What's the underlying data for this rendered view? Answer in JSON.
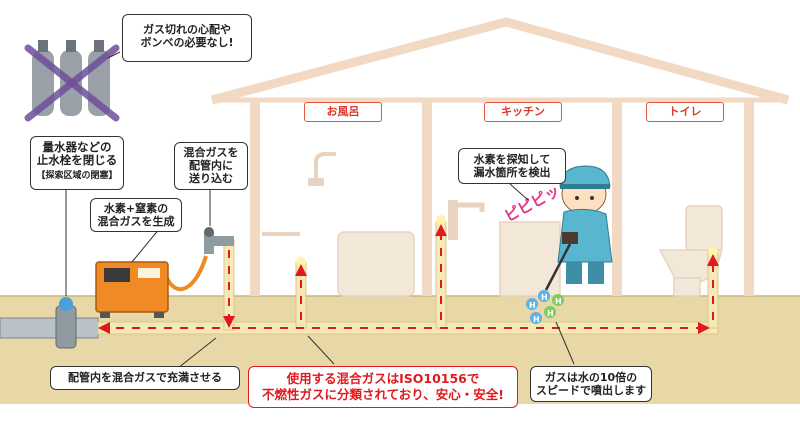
{
  "rooms": {
    "bath": "お風呂",
    "kitchen": "キッチン",
    "toilet": "トイレ"
  },
  "callouts": {
    "no_cylinder": "ガス切れの心配や\nボンベの必要なし!",
    "close_valve": "量水器などの\n止水栓を閉じる",
    "close_valve_note": "【探索区域の閉塞】",
    "inject": "混合ガスを\n配管内に\n送り込む",
    "generate": "水素+窒素の\n混合ガスを生成",
    "detect": "水素を探知して\n漏水箇所を検出",
    "fill": "配管内を混合ガスで充満させる",
    "safety": "使用する混合ガスはISO10156で\n不燃性ガスに分類されており、安心・安全!",
    "speed": "ガスは水の10倍の\nスピードで噴出します"
  },
  "sound_effect": "ピピピッ",
  "gas_bubble_symbol": "H",
  "colors": {
    "pipe_arrow": "#e0191f",
    "room_label": "#d9382a",
    "safety_text": "#e0191f",
    "ground": "#e8d8a8",
    "house_outline": "#f2d9c3",
    "machine": "#f08a24",
    "worker_clothes": "#58b6cf"
  }
}
